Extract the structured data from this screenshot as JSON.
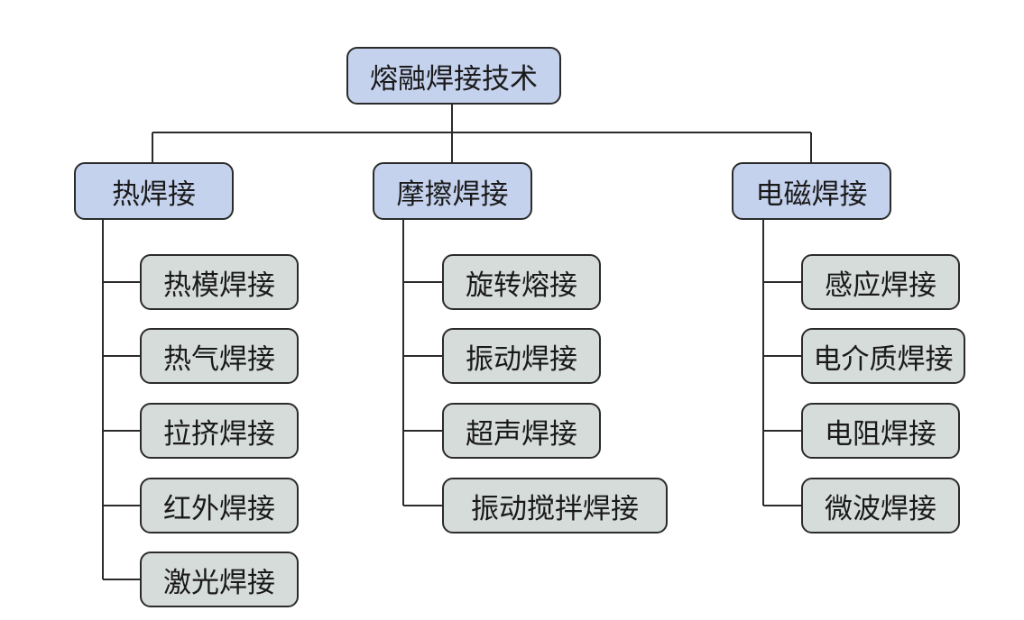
{
  "diagram": {
    "root": "熔融焊接技术",
    "categories": [
      {
        "label": "热焊接",
        "items": [
          "热模焊接",
          "热气焊接",
          "拉挤焊接",
          "红外焊接",
          "激光焊接"
        ]
      },
      {
        "label": "摩擦焊接",
        "items": [
          "旋转熔接",
          "振动焊接",
          "超声焊接",
          "振动搅拌焊接"
        ]
      },
      {
        "label": "电磁焊接",
        "items": [
          "感应焊接",
          "电介质焊接",
          "电阻焊接",
          "微波焊接"
        ]
      }
    ]
  },
  "colors": {
    "root_fill": "#c5d2ee",
    "category_fill": "#c5d2ee",
    "item_fill": "#d6dcd9",
    "border": "#2b2b2b",
    "line": "#2b2b2b"
  }
}
